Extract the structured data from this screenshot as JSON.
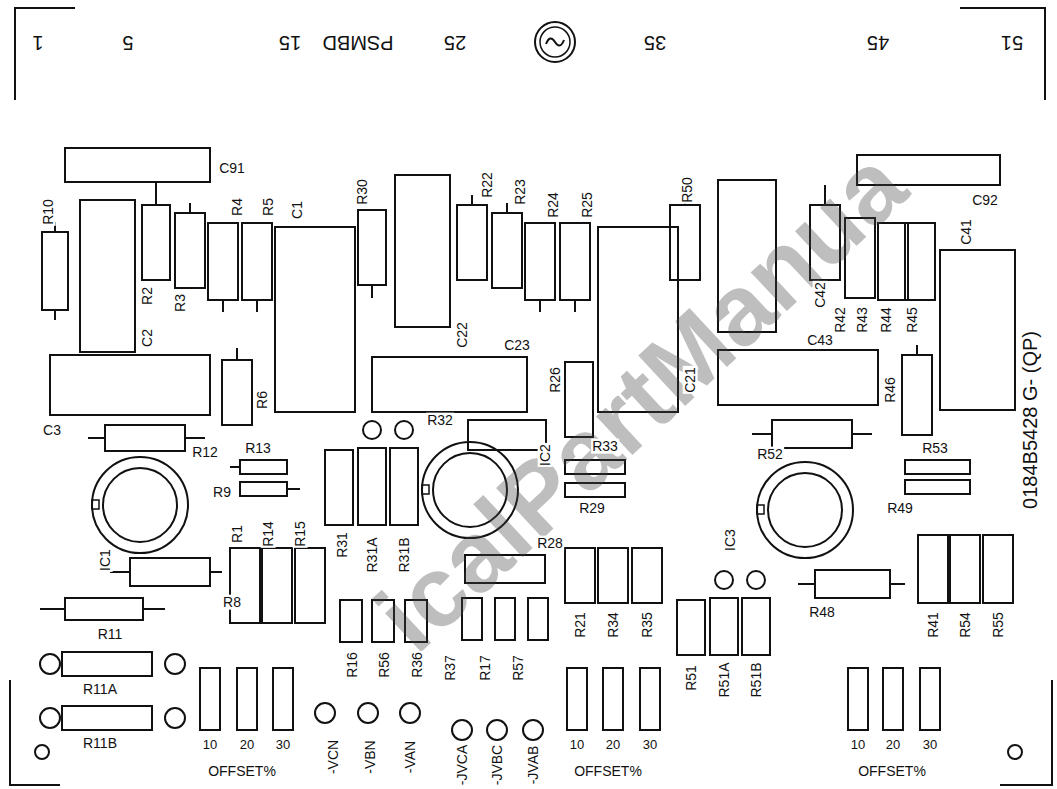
{
  "diagram": {
    "labels": [
      "1",
      "5",
      "15",
      "PSMBD",
      "25",
      "35",
      "45",
      "51",
      "C91",
      "C92",
      "R10",
      "R22",
      "R23",
      "R24",
      "R25",
      "R30",
      "R4",
      "R5",
      "C1",
      "R50",
      "C41",
      "R2",
      "R3",
      "C2",
      "C22",
      "C42",
      "R42",
      "R43",
      "R44",
      "R45",
      "C23",
      "C43",
      "C21",
      "R26",
      "R46",
      "C3",
      "R6",
      "R12",
      "R13",
      "R32",
      "R33",
      "IC2",
      "R53",
      "R29",
      "R9",
      "R52",
      "R49",
      "IC1",
      "IC3",
      "R31",
      "R31A",
      "R31B",
      "R1",
      "R14",
      "R15",
      "R28",
      "R8",
      "R21",
      "R34",
      "R35",
      "R48",
      "R41",
      "R54",
      "R55",
      "R11",
      "R11A",
      "R11B",
      "R16",
      "R56",
      "R36",
      "R37",
      "R17",
      "R57",
      "R51",
      "R51A",
      "R51B",
      "-VCN",
      "-VBN",
      "-VAN",
      "-JVCA",
      "-JVBC",
      "-JVAB",
      "10",
      "20",
      "30",
      "OFFSET%",
      "10",
      "20",
      "30",
      "OFFSET%",
      "10",
      "20",
      "30",
      "OFFSET%",
      "0184B5428 G- (QP)",
      "icalPartManua"
    ]
  }
}
